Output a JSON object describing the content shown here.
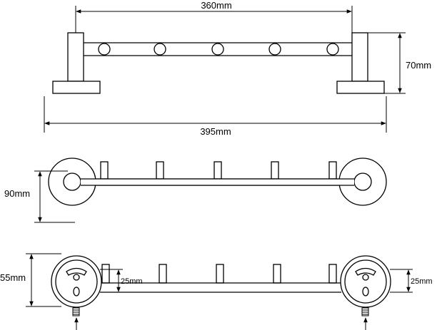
{
  "dimensions": {
    "top_width_inner": "360mm",
    "top_height": "70mm",
    "top_width_total": "395mm",
    "middle_depth": "90mm",
    "bottom_plate_height": "55mm",
    "bottom_left_offset": "25mm",
    "bottom_right_offset": "25mm"
  },
  "views": [
    "front-view",
    "top-view",
    "side-view"
  ],
  "hook_count": 5
}
